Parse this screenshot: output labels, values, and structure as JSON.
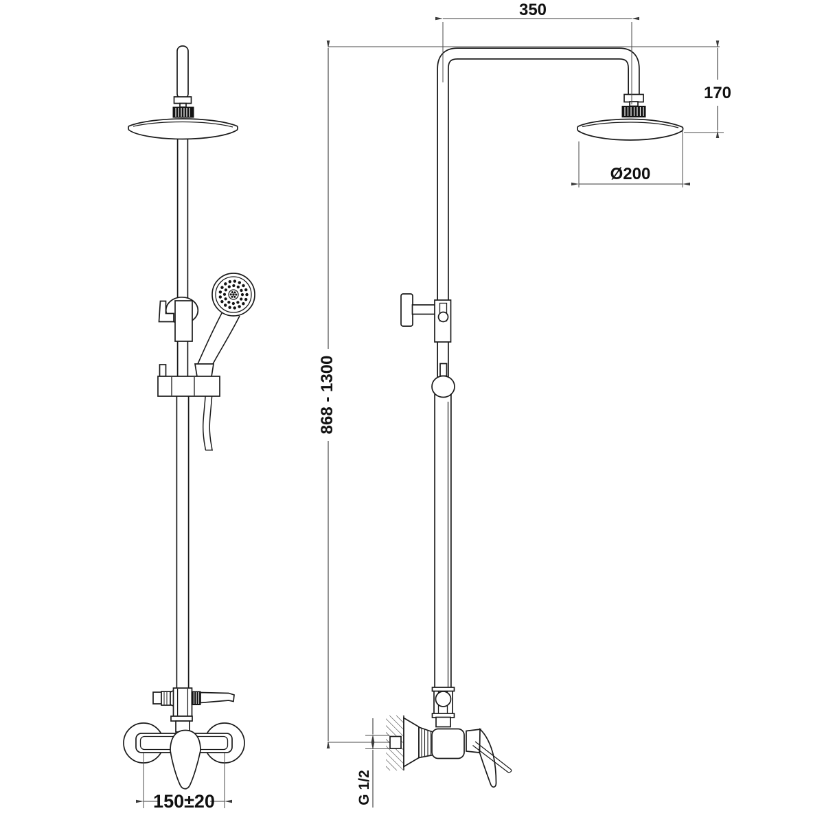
{
  "colors": {
    "background": "#ffffff",
    "line": "#1a1a1a",
    "dimension": "#3a3a3a"
  },
  "dimensions": {
    "arm_reach": "350",
    "head_drop": "170",
    "head_diameter": "Ø200",
    "column_height": "868 - 1300",
    "inlet_spacing": "150±20",
    "inlet_thread": "G 1/2"
  }
}
